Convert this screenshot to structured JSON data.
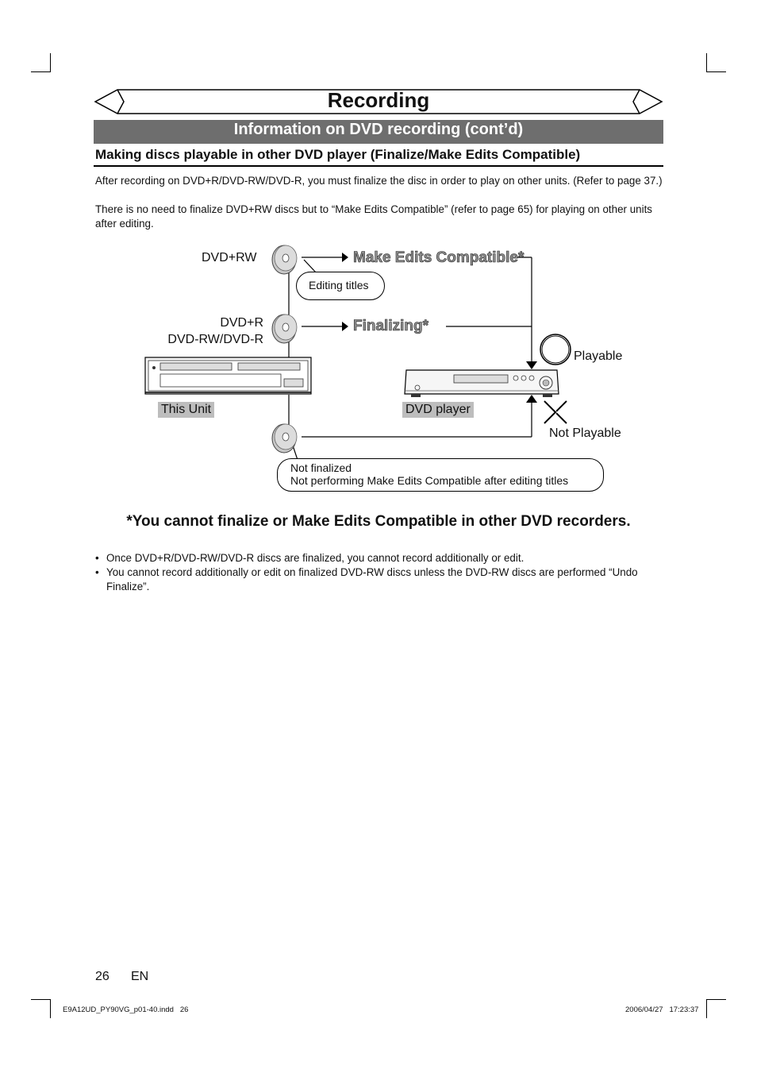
{
  "page": {
    "title": "Recording",
    "section": "Information on DVD recording (cont’d)",
    "subheading": "Making discs playable in other DVD player (Finalize/Make Edits Compatible)",
    "intro_p1": "After recording on DVD+R/DVD-RW/DVD-R, you must finalize the disc in order to play on other units. (Refer to page 37.)",
    "intro_p2": "There is no need to finalize DVD+RW discs but to “Make Edits Compatible” (refer to page 65) for playing on other units after editing."
  },
  "diagram": {
    "disc_dvdrw_label": "DVD+RW",
    "disc_dvdr_label_1": "DVD+R",
    "disc_dvdr_label_2": "DVD-RW/DVD-R",
    "make_edits_label": "Make Edits Compatible*",
    "finalizing_label": "Finalizing*",
    "editing_bubble": "Editing titles",
    "this_unit_label": "This Unit",
    "dvd_player_label": "DVD player",
    "playable_label": "Playable",
    "not_playable_label": "Not Playable",
    "not_finalized_line1": "Not finalized",
    "not_finalized_line2": "Not performing Make Edits Compatible after editing titles"
  },
  "note": "*You cannot finalize or Make Edits Compatible in other DVD recorders.",
  "bullets": [
    "Once DVD+R/DVD-RW/DVD-R discs are finalized, you cannot record additionally or edit.",
    "You cannot record additionally or edit on finalized DVD-RW discs unless the DVD-RW discs are performed “Undo Finalize”."
  ],
  "footer": {
    "page_number": "26",
    "lang": "EN",
    "file": "E9A12UD_PY90VG_p01-40.indd   26",
    "timestamp": "2006/04/27   17:23:37"
  },
  "colors": {
    "section_bar": "#6e6e6e",
    "label_bg": "#bdbdbd",
    "big_label": "#909090"
  }
}
